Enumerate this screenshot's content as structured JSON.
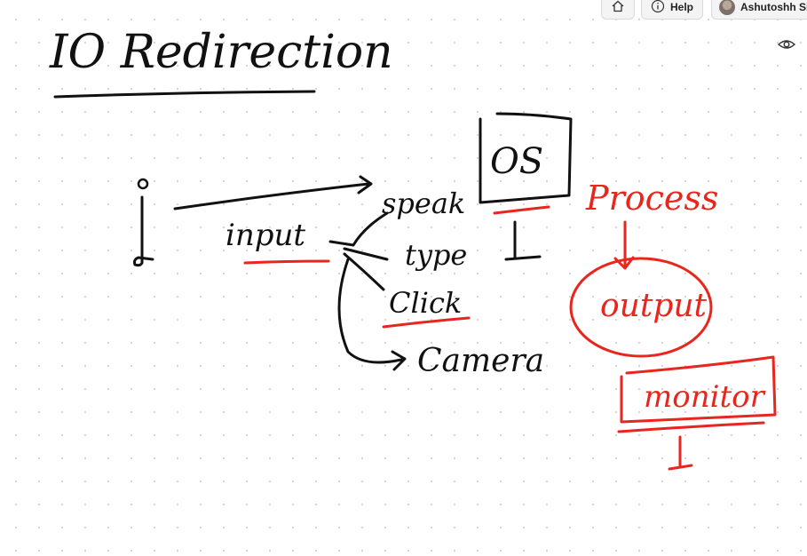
{
  "toolbar": {
    "home_icon": "home-icon",
    "help_icon": "info-circle-icon",
    "help_label": "Help",
    "user_name": "Ashutoshh Sing",
    "eye_icon": "eye-icon"
  },
  "board": {
    "title": "IO Redirection",
    "labels": {
      "os": "OS",
      "input": "input",
      "speak": "speak",
      "type": "type",
      "click": "Click",
      "camera": "Camera",
      "process": "Process",
      "output": "output",
      "monitor": "monitor"
    },
    "colors": {
      "ink_black": "#111111",
      "ink_red": "#e8261d",
      "background": "#ffffff",
      "grid_dot": "#d4d4d4"
    }
  }
}
